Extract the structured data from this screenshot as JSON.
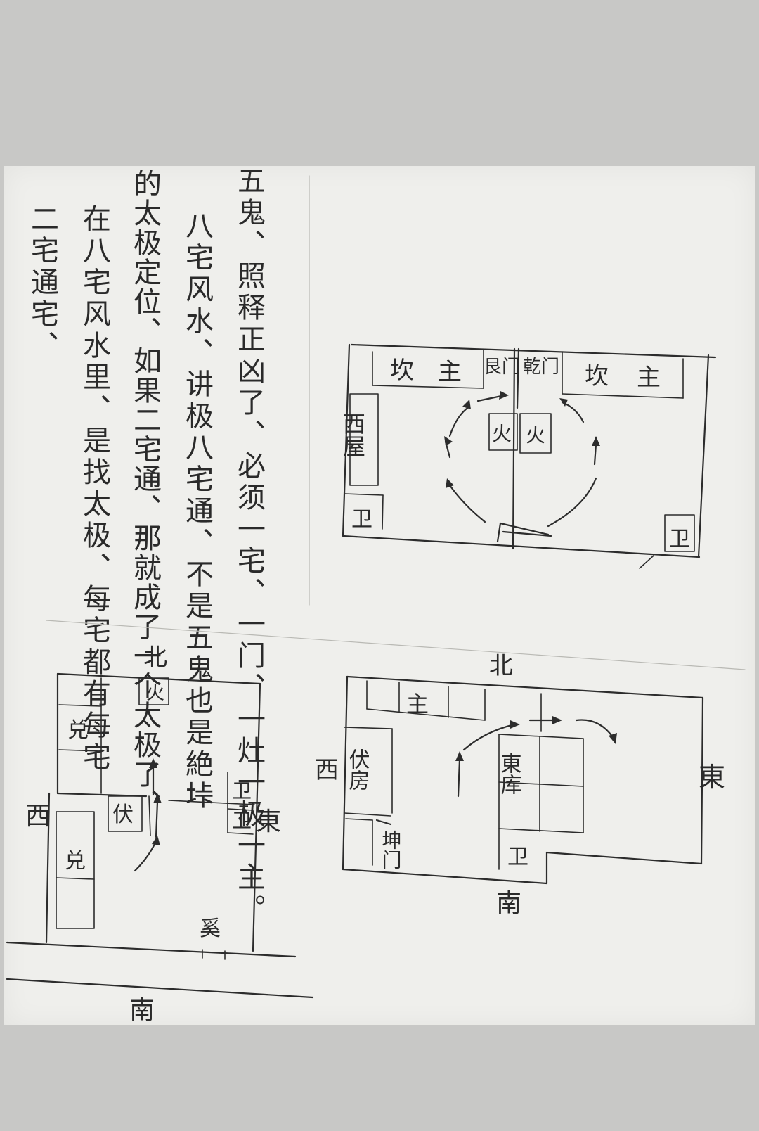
{
  "text_columns": [
    "五鬼、照释正凶了、必须一宅、一门、一灶一极一主。",
    "八宅风水、讲极八宅通、不是五鬼也是絶垰",
    "的太极定位、如果二宅通、那就成了一个太极了、",
    "在八宅风水里、是找太极、每宅都有每宅",
    "二宅通宅、"
  ],
  "plan1": {
    "kan_left": "坎",
    "zhu_left": "主",
    "gen_door": "艮门",
    "qian_door": "乾门",
    "kan_right": "坎",
    "zhu_right": "主",
    "xiwu": "西屋",
    "huo_left": "火",
    "huo_right": "火",
    "wei_left": "卫",
    "wei_right": "卫"
  },
  "plan2": {
    "north": "北",
    "huo": "火",
    "dui_top": "兑",
    "west": "西",
    "fu": "伏",
    "wei_a": "卫",
    "wei_b": "卫",
    "east": "東",
    "dui_bottom": "兑",
    "kui": "奚",
    "south": "南"
  },
  "plan3": {
    "north": "北",
    "zhu": "主",
    "west": "西",
    "fufang": "伏房",
    "dongku": "東库",
    "east": "東",
    "kunmen": "坤门",
    "wei": "卫",
    "south": "南"
  }
}
